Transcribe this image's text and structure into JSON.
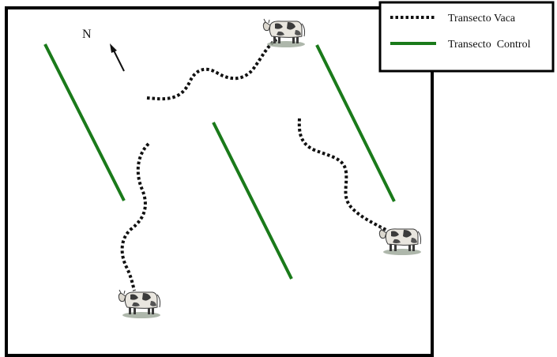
{
  "legend": {
    "items": [
      {
        "label": "Transecto Vaca",
        "style": "dotted",
        "color": "#111111"
      },
      {
        "label": "Transecto  Control",
        "style": "solid",
        "color": "#1a7a1a"
      }
    ]
  },
  "north_label": "N",
  "colors": {
    "frame": "#000000",
    "control_line": "#1a7a1a",
    "cow_line": "#111111",
    "background": "#ffffff"
  },
  "icons": {
    "north": "arrow-icon",
    "cow": "cow-icon"
  }
}
